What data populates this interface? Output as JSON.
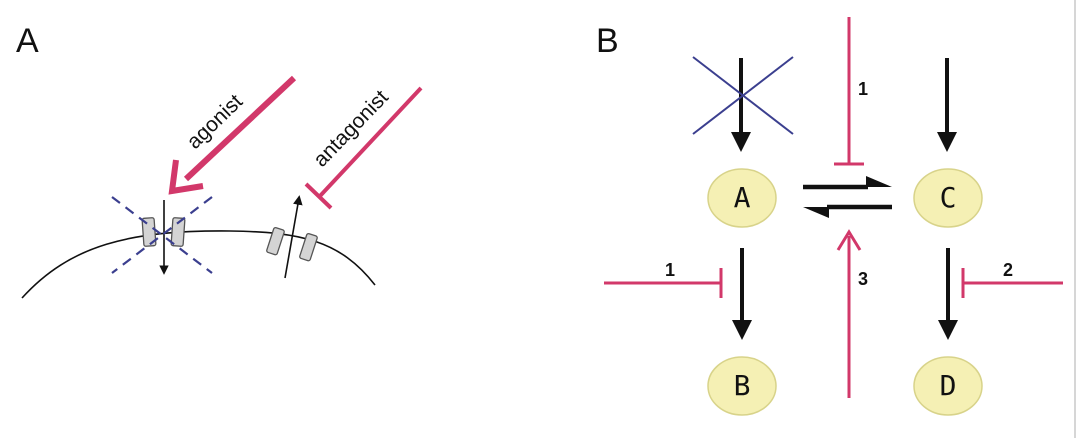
{
  "panel_a": {
    "label": "A",
    "agonist_label": "agonist",
    "antagonist_label": "antagonist"
  },
  "panel_b": {
    "label": "B",
    "nodes": [
      "A",
      "C",
      "B",
      "D"
    ],
    "inhibitor_labels": {
      "top": "1",
      "left": "1",
      "right": "2",
      "bottom": "3"
    }
  },
  "colors": {
    "inhibition": "#d2386a",
    "blocked_cross": "#3b3f8f",
    "node_fill": "#f5f0b4",
    "node_stroke": "#d8d38a",
    "arrow": "#111111"
  }
}
